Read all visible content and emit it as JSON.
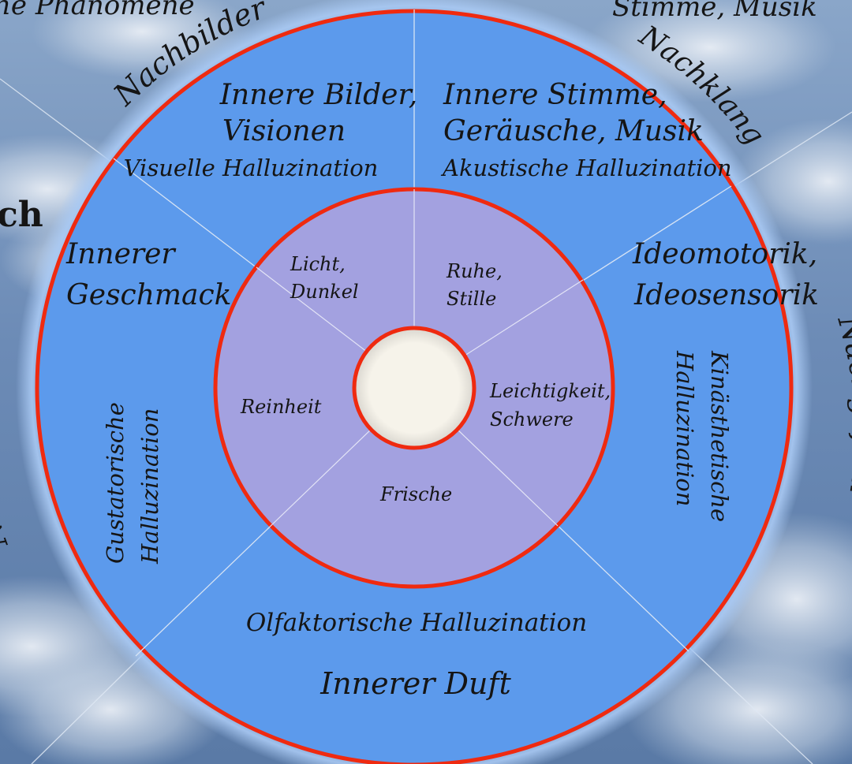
{
  "corner_top_left": "he Phänomene",
  "corner_top_right": "Stimme, Musik",
  "edge_left_bold": "ch",
  "arc_labels": {
    "nachbilder": "Nachbilder",
    "nachklang": "Nachklang",
    "nachgeschmack": "Nachgeschmack",
    "nachgefuehl": "Nachgefühl"
  },
  "outer_ring": {
    "visual_line1": "Innere Bilder,",
    "visual_line2": "Visionen",
    "visual_halluzination": "Visuelle Halluzination",
    "acoustic_line1": "Innere Stimme,",
    "acoustic_line2": "Geräusche, Musik",
    "acoustic_halluzination": "Akustische Halluzination",
    "taste_line1": "Innerer",
    "taste_line2": "Geschmack",
    "taste_halluzination_line1": "Gustatorische",
    "taste_halluzination_line2": "Halluzination",
    "motor_line1": "Ideomotorik,",
    "motor_line2": "Ideosensorik",
    "motor_halluzination_line1": "Kinästhetische",
    "motor_halluzination_line2": "Halluzination",
    "smell_halluzination": "Olfaktorische Halluzination",
    "smell": "Innerer Duft"
  },
  "inner_ring": {
    "licht_line1": "Licht,",
    "licht_line2": "Dunkel",
    "ruhe_line1": "Ruhe,",
    "ruhe_line2": "Stille",
    "reinheit": "Reinheit",
    "leicht_line1": "Leichtigkeit,",
    "leicht_line2": "Schwere",
    "frische": "Frische"
  },
  "colors": {
    "outer_fill": "#5c9aec",
    "inner_fill": "#a3a1e0",
    "center_fill": "#f4f1e6",
    "ring_stroke": "#ef2a10",
    "divider": "#d6e3f4"
  }
}
